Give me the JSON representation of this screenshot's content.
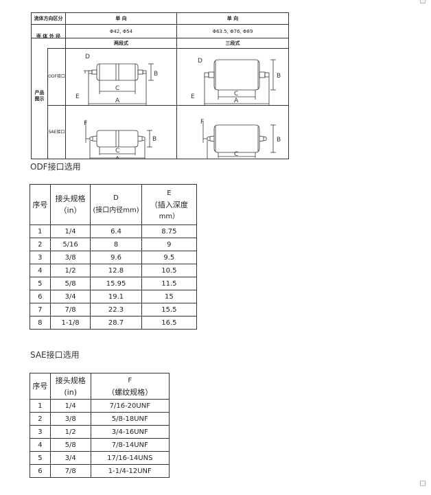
{
  "spec_table": {
    "row1_label": "流体方向区分",
    "row1_col1": "单 向",
    "row1_col2": "单 向",
    "row2_label": "壳 体 外 径",
    "row2_col1": "Φ42, Φ54",
    "row2_col2": "Φ63.5, Φ76, Φ89",
    "row3_col1": "两段式",
    "row3_col2": "三段式",
    "side_label_line1": "产品",
    "side_label_line2": "图示",
    "odf_label": "ODF接口",
    "sae_label": "SAE接口",
    "dim_labels": {
      "a": "A",
      "b": "B",
      "c": "C",
      "d": "D",
      "e": "E",
      "f": "F"
    }
  },
  "odf_section": {
    "title": "ODF接口选用",
    "headers": {
      "no": "序号",
      "spec_line1": "接头规格",
      "spec_line2": "（in）",
      "d_line1": "D",
      "d_line2": "(接口内径mm)",
      "e_line1": "E",
      "e_line2": "（插入深度",
      "e_line3": "mm）"
    },
    "rows": [
      {
        "no": "1",
        "spec": "1/4",
        "d": "6.4",
        "e": "8.75"
      },
      {
        "no": "2",
        "spec": "5/16",
        "d": "8",
        "e": "9"
      },
      {
        "no": "3",
        "spec": "3/8",
        "d": "9.6",
        "e": "9.5"
      },
      {
        "no": "4",
        "spec": "1/2",
        "d": "12.8",
        "e": "10.5"
      },
      {
        "no": "5",
        "spec": "5/8",
        "d": "15.95",
        "e": "11.5"
      },
      {
        "no": "6",
        "spec": "3/4",
        "d": "19.1",
        "e": "15"
      },
      {
        "no": "7",
        "spec": "7/8",
        "d": "22.3",
        "e": "15.5"
      },
      {
        "no": "8",
        "spec": "1-1/8",
        "d": "28.7",
        "e": "16.5"
      }
    ]
  },
  "sae_section": {
    "title": "SAE接口选用",
    "headers": {
      "no": "序号",
      "spec_line1": "接头规格",
      "spec_line2": "(in)",
      "f_line1": "F",
      "f_line2": "（螺纹规格）"
    },
    "rows": [
      {
        "no": "1",
        "spec": "1/4",
        "f": "7/16-20UNF"
      },
      {
        "no": "2",
        "spec": "3/8",
        "f": "5/8-18UNF"
      },
      {
        "no": "3",
        "spec": "1/2",
        "f": "3/4-16UNF"
      },
      {
        "no": "4",
        "spec": "5/8",
        "f": "7/8-14UNF"
      },
      {
        "no": "5",
        "spec": "3/4",
        "f": "17/16-14UNS"
      },
      {
        "no": "6",
        "spec": "7/8",
        "f": "1-1/4-12UNF"
      }
    ]
  }
}
